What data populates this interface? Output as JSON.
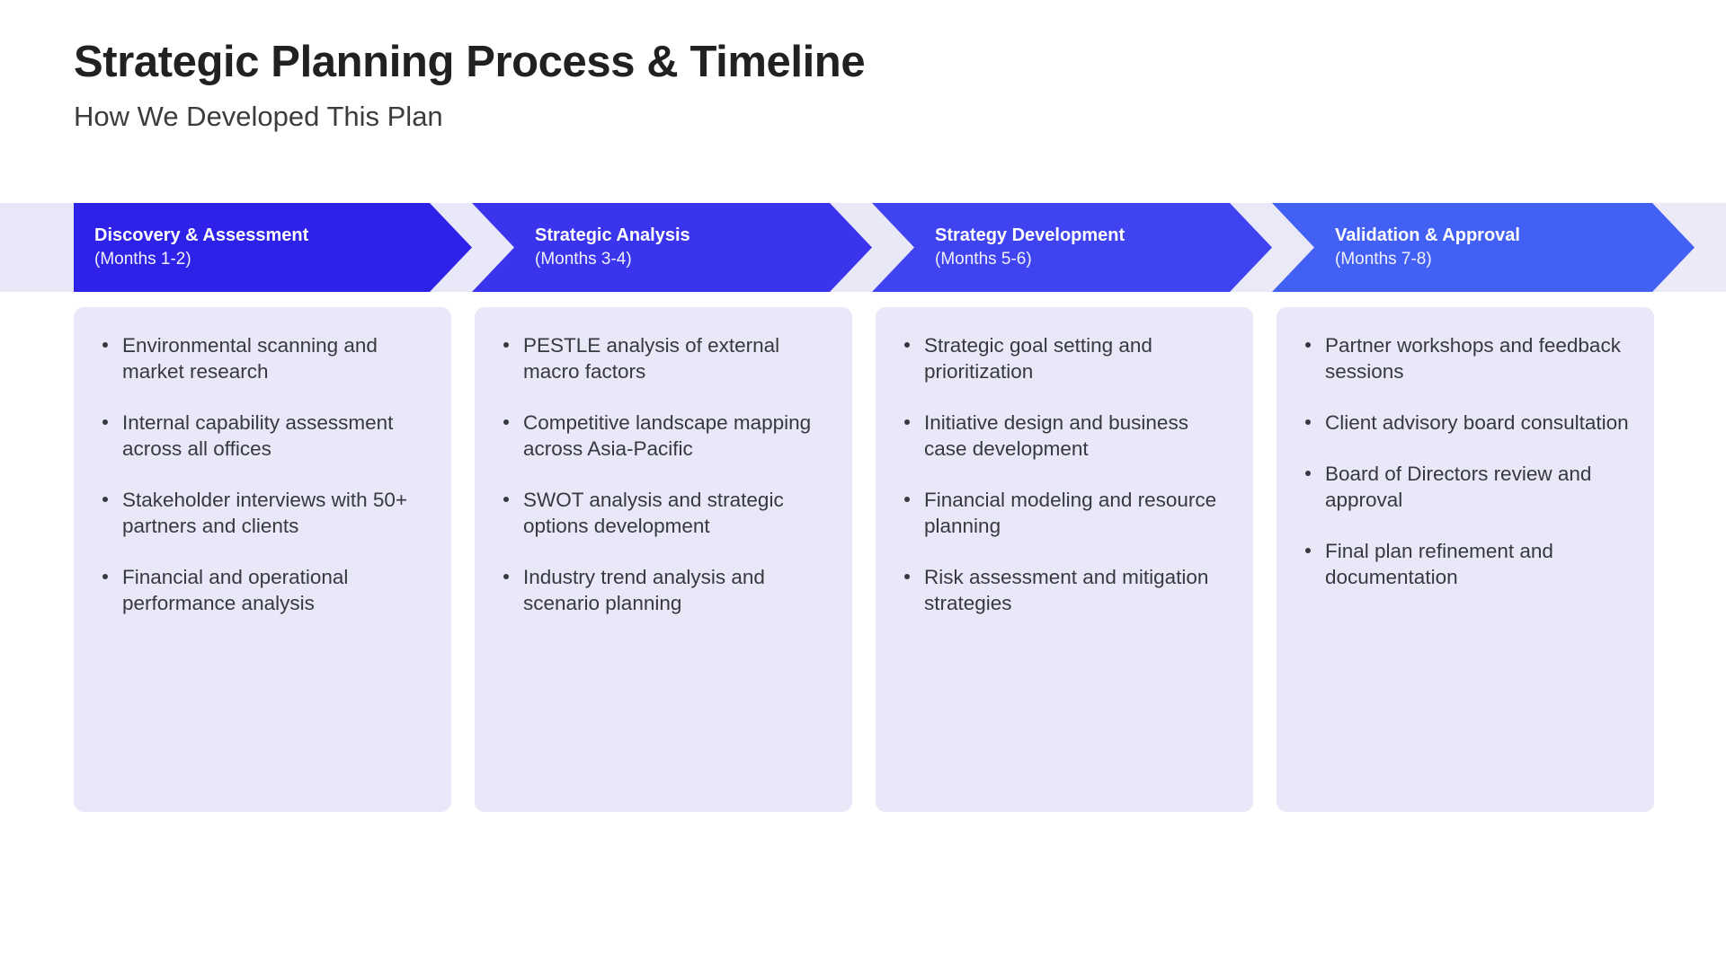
{
  "header": {
    "title": "Strategic Planning Process & Timeline",
    "subtitle": "How We Developed This Plan"
  },
  "colors": {
    "band_background": "#e8e7f8",
    "card_background": "#e9e8f9",
    "phase_1": "#2f22e8",
    "phase_2": "#3b34ed",
    "phase_3": "#3f43f0",
    "phase_4": "#4360f5",
    "title_text": "#212121",
    "body_text": "#37393f"
  },
  "phases": [
    {
      "title": "Discovery & Assessment",
      "months": "(Months 1-2)",
      "items": [
        "Environmental scanning and market research",
        "Internal capability assessment across all offices",
        "Stakeholder interviews with 50+ partners and clients",
        "Financial and operational performance analysis"
      ]
    },
    {
      "title": "Strategic Analysis",
      "months": "(Months 3-4)",
      "items": [
        "PESTLE analysis of external macro factors",
        "Competitive landscape mapping across Asia-Pacific",
        "SWOT analysis and strategic options development",
        "Industry trend analysis and scenario planning"
      ]
    },
    {
      "title": "Strategy Development",
      "months": "(Months 5-6)",
      "items": [
        "Strategic goal setting and prioritization",
        "Initiative design and business case development",
        "Financial modeling and resource planning",
        "Risk assessment and mitigation strategies"
      ]
    },
    {
      "title": "Validation & Approval",
      "months": "(Months 7-8)",
      "items": [
        "Partner workshops and feedback sessions",
        "Client advisory board consultation",
        "Board of Directors review and approval",
        "Final plan refinement and documentation"
      ]
    }
  ]
}
